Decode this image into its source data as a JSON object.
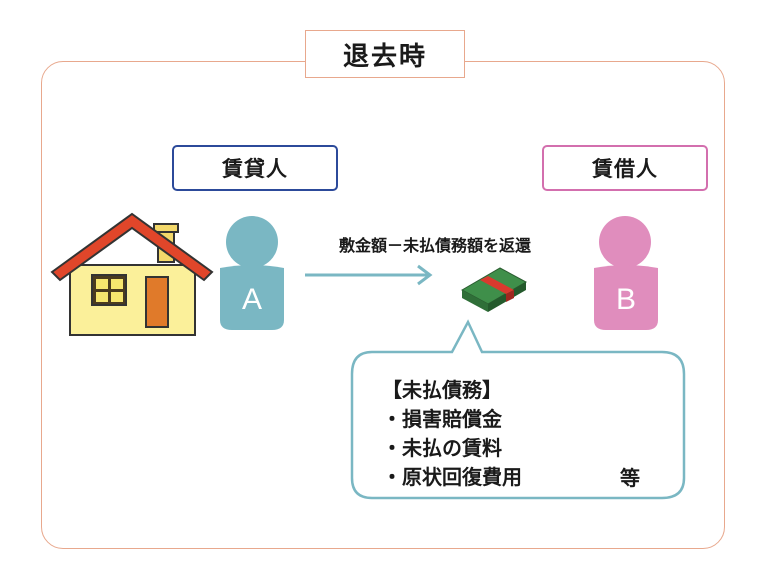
{
  "title": "退去時",
  "lessor": {
    "label": "賃貸人",
    "letter": "A"
  },
  "lessee": {
    "label": "賃借人",
    "letter": "B"
  },
  "arrow_text": "敷金額－未払債務額を返還",
  "callout": {
    "heading": "【未払債務】",
    "items": [
      "・損害賠償金",
      "・未払の賃料",
      "・原状回復費用"
    ],
    "etc": "等"
  },
  "colors": {
    "frame": "#e8a88d",
    "lessor_border": "#2c4a9a",
    "lessee_border": "#d36fae",
    "person_a": "#7ab7c3",
    "person_b": "#e08dbd",
    "arrow": "#7ab7c3",
    "house_wall": "#fbf09a",
    "house_roof": "#e0462a",
    "house_door": "#e07a2a"
  },
  "icons": [
    "house-icon",
    "person-a-icon",
    "person-b-icon",
    "money-stack-icon"
  ]
}
